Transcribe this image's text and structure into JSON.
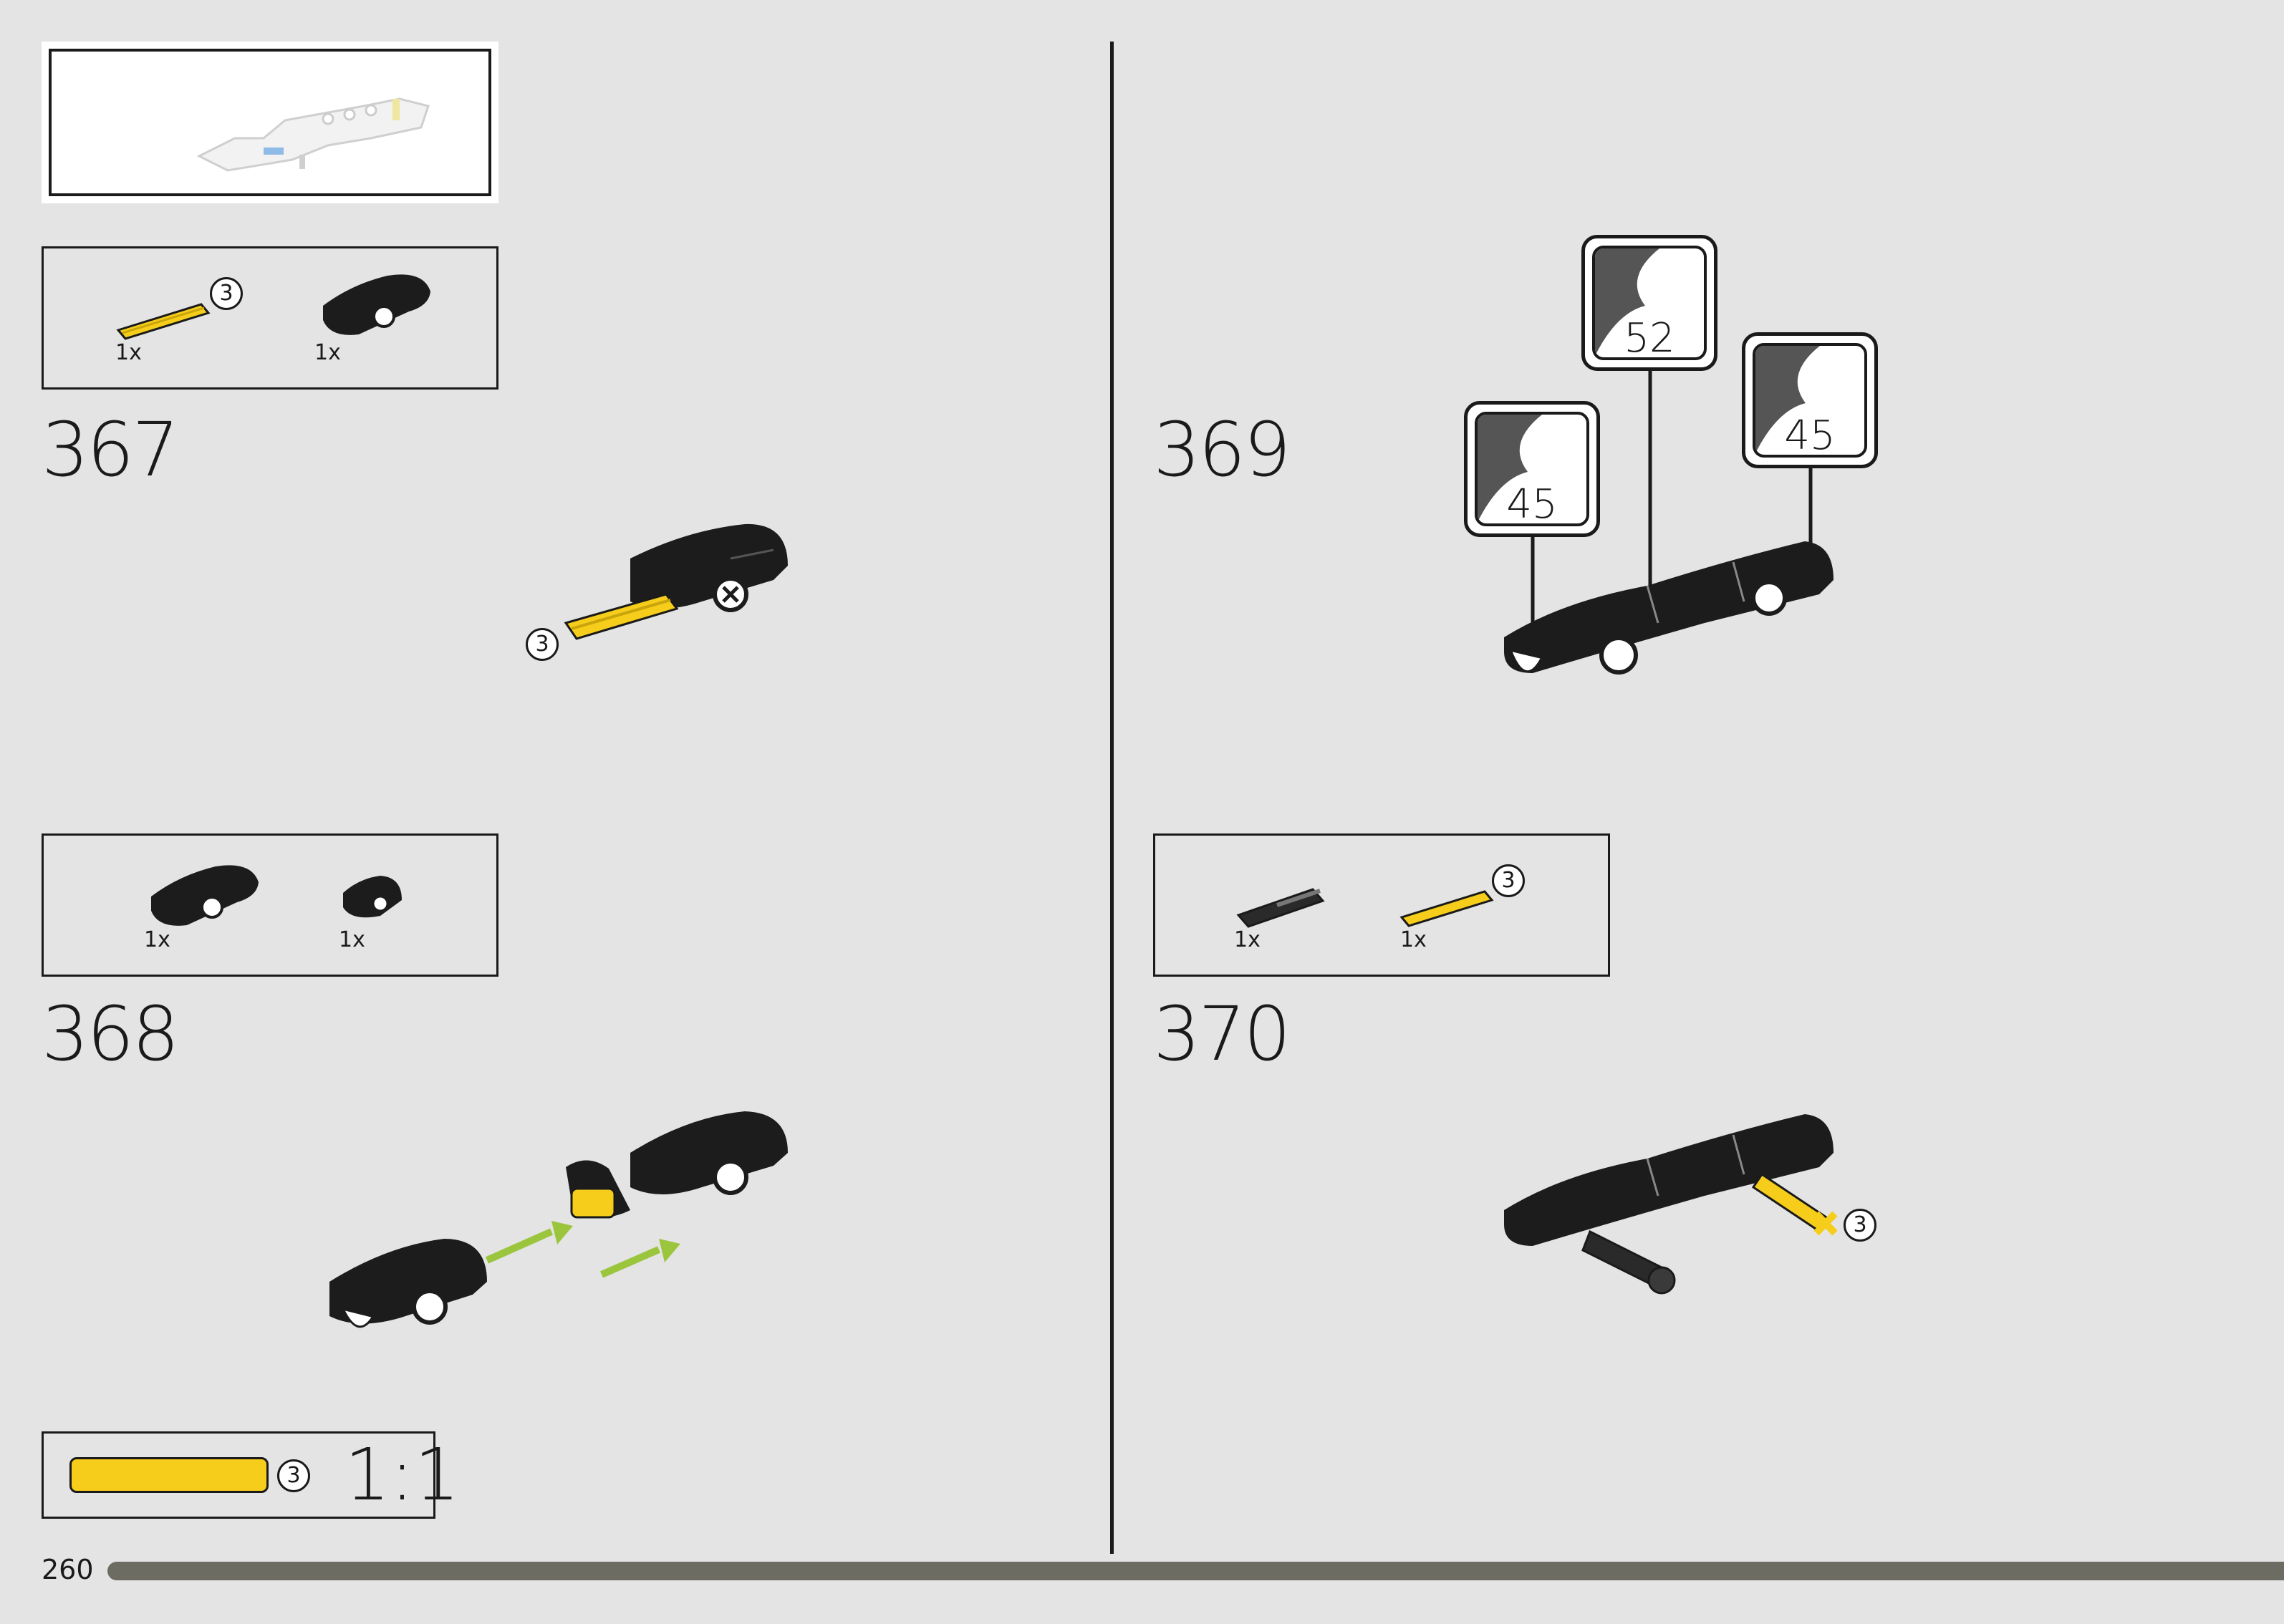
{
  "page": {
    "number": "260",
    "scale_ratio": "1:1",
    "scale_count": "3"
  },
  "colors": {
    "background": "#e4e4e4",
    "ink": "#1a1a1a",
    "yellow": "#f5cd1a",
    "black_part": "#1c1c1c",
    "arrow": "#9bc53d",
    "progress": "#6c6c62"
  },
  "steps": [
    {
      "number": "367",
      "parts": [
        {
          "qty": "1x",
          "label": "3"
        },
        {
          "qty": "1x"
        }
      ],
      "callout": "3"
    },
    {
      "number": "368",
      "parts": [
        {
          "qty": "1x"
        },
        {
          "qty": "1x"
        }
      ]
    },
    {
      "number": "369",
      "stickers": [
        "45",
        "52",
        "45"
      ]
    },
    {
      "number": "370",
      "parts": [
        {
          "qty": "1x"
        },
        {
          "qty": "1x",
          "label": "3"
        }
      ],
      "callout": "3"
    }
  ]
}
